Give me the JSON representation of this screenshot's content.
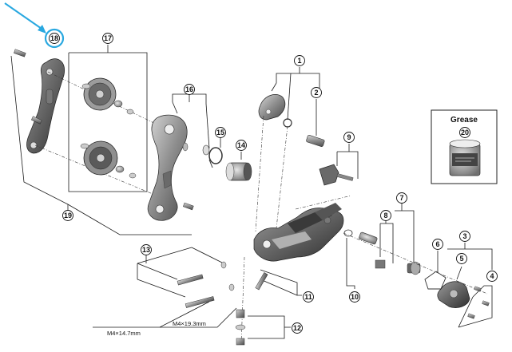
{
  "diagram": {
    "callouts": [
      "1",
      "2",
      "3",
      "4",
      "5",
      "6",
      "7",
      "8",
      "9",
      "10",
      "11",
      "12",
      "13",
      "14",
      "15",
      "16",
      "17",
      "18",
      "19",
      "20"
    ],
    "highlighted_callout": "18",
    "grease_box": {
      "title": "Grease",
      "callout": "20"
    },
    "spec_labels": {
      "bolt_short": "M4×14.7mm",
      "bolt_long": "M4×19.3mm"
    },
    "colors": {
      "highlight": "#29a8e0",
      "line": "#1a1a1a",
      "part_dark": "#555555",
      "part_mid": "#8a8a8a",
      "part_light": "#c4c4c4"
    }
  }
}
